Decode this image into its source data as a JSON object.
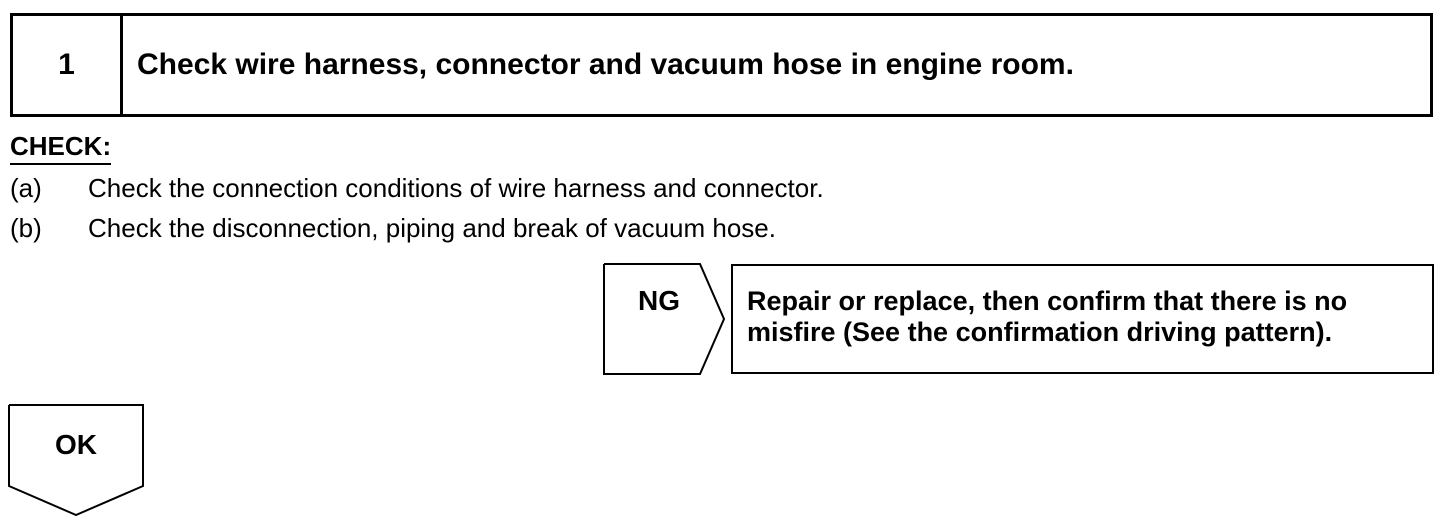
{
  "step": {
    "number": "1",
    "title": "Check wire harness, connector and vacuum hose in engine room."
  },
  "check": {
    "heading": "CHECK:",
    "items": [
      {
        "marker": "(a)",
        "text": "Check the connection conditions of wire harness and connector."
      },
      {
        "marker": "(b)",
        "text": "Check the disconnection, piping and break of vacuum hose."
      }
    ]
  },
  "ng_branch": {
    "label": "NG",
    "action_lines": [
      "Repair or replace, then confirm that there is no",
      "misfire (See the confirmation driving pattern)."
    ]
  },
  "ok_branch": {
    "label": "OK"
  },
  "colors": {
    "ink": "#000000",
    "paper": "#ffffff"
  }
}
